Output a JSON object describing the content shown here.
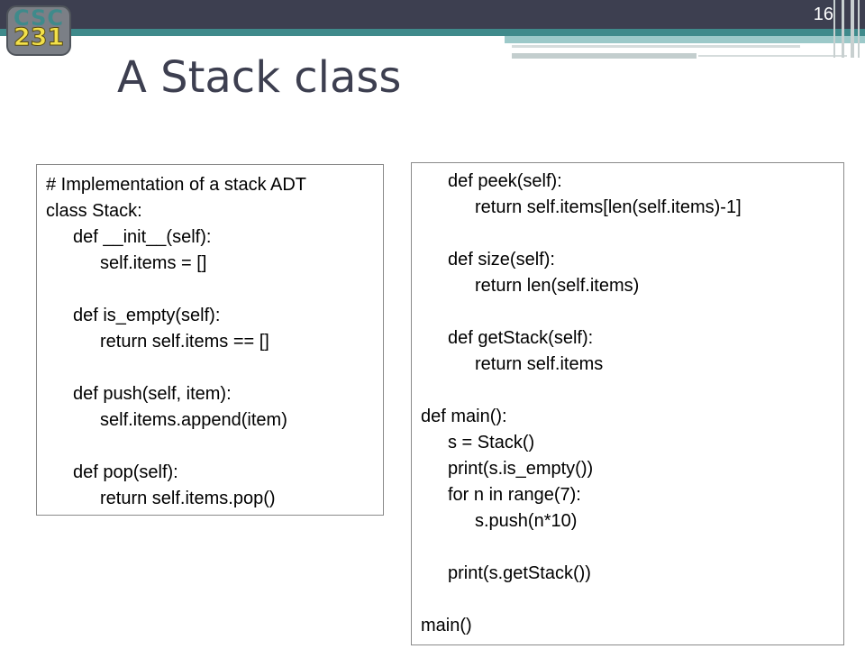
{
  "slide": {
    "number": "16",
    "title": "A Stack class",
    "logo": {
      "top": "CSC",
      "bottom": "231"
    }
  },
  "code_left": [
    {
      "text": "# Implementation of a stack ADT",
      "indent": 0
    },
    {
      "text": "class Stack:",
      "indent": 0
    },
    {
      "text": "def __init__(self):",
      "indent": 1
    },
    {
      "text": "self.items = []",
      "indent": 2
    },
    {
      "text": "",
      "indent": 0
    },
    {
      "text": "def is_empty(self):",
      "indent": 1
    },
    {
      "text": "return self.items == []",
      "indent": 2
    },
    {
      "text": "",
      "indent": 0
    },
    {
      "text": "def push(self, item):",
      "indent": 1
    },
    {
      "text": "self.items.append(item)",
      "indent": 2
    },
    {
      "text": "",
      "indent": 0
    },
    {
      "text": "def pop(self):",
      "indent": 1
    },
    {
      "text": "return self.items.pop()",
      "indent": 2
    }
  ],
  "code_right": [
    {
      "text": "def peek(self):",
      "indent": 1
    },
    {
      "text": "return self.items[len(self.items)-1]",
      "indent": 2
    },
    {
      "text": "",
      "indent": 0
    },
    {
      "text": "def size(self):",
      "indent": 1
    },
    {
      "text": "return len(self.items)",
      "indent": 2
    },
    {
      "text": "",
      "indent": 0
    },
    {
      "text": "def getStack(self):",
      "indent": 1
    },
    {
      "text": "return self.items",
      "indent": 2
    },
    {
      "text": "",
      "indent": 0
    },
    {
      "text": "def main():",
      "indent": 0
    },
    {
      "text": "s = Stack()",
      "indent": 1
    },
    {
      "text": "print(s.is_empty())",
      "indent": 1
    },
    {
      "text": "for n in range(7):",
      "indent": 1
    },
    {
      "text": "s.push(n*10)",
      "indent": 2
    },
    {
      "text": "",
      "indent": 0
    },
    {
      "text": "print(s.getStack())",
      "indent": 1
    },
    {
      "text": "",
      "indent": 0
    },
    {
      "text": "main()",
      "indent": 0
    }
  ]
}
